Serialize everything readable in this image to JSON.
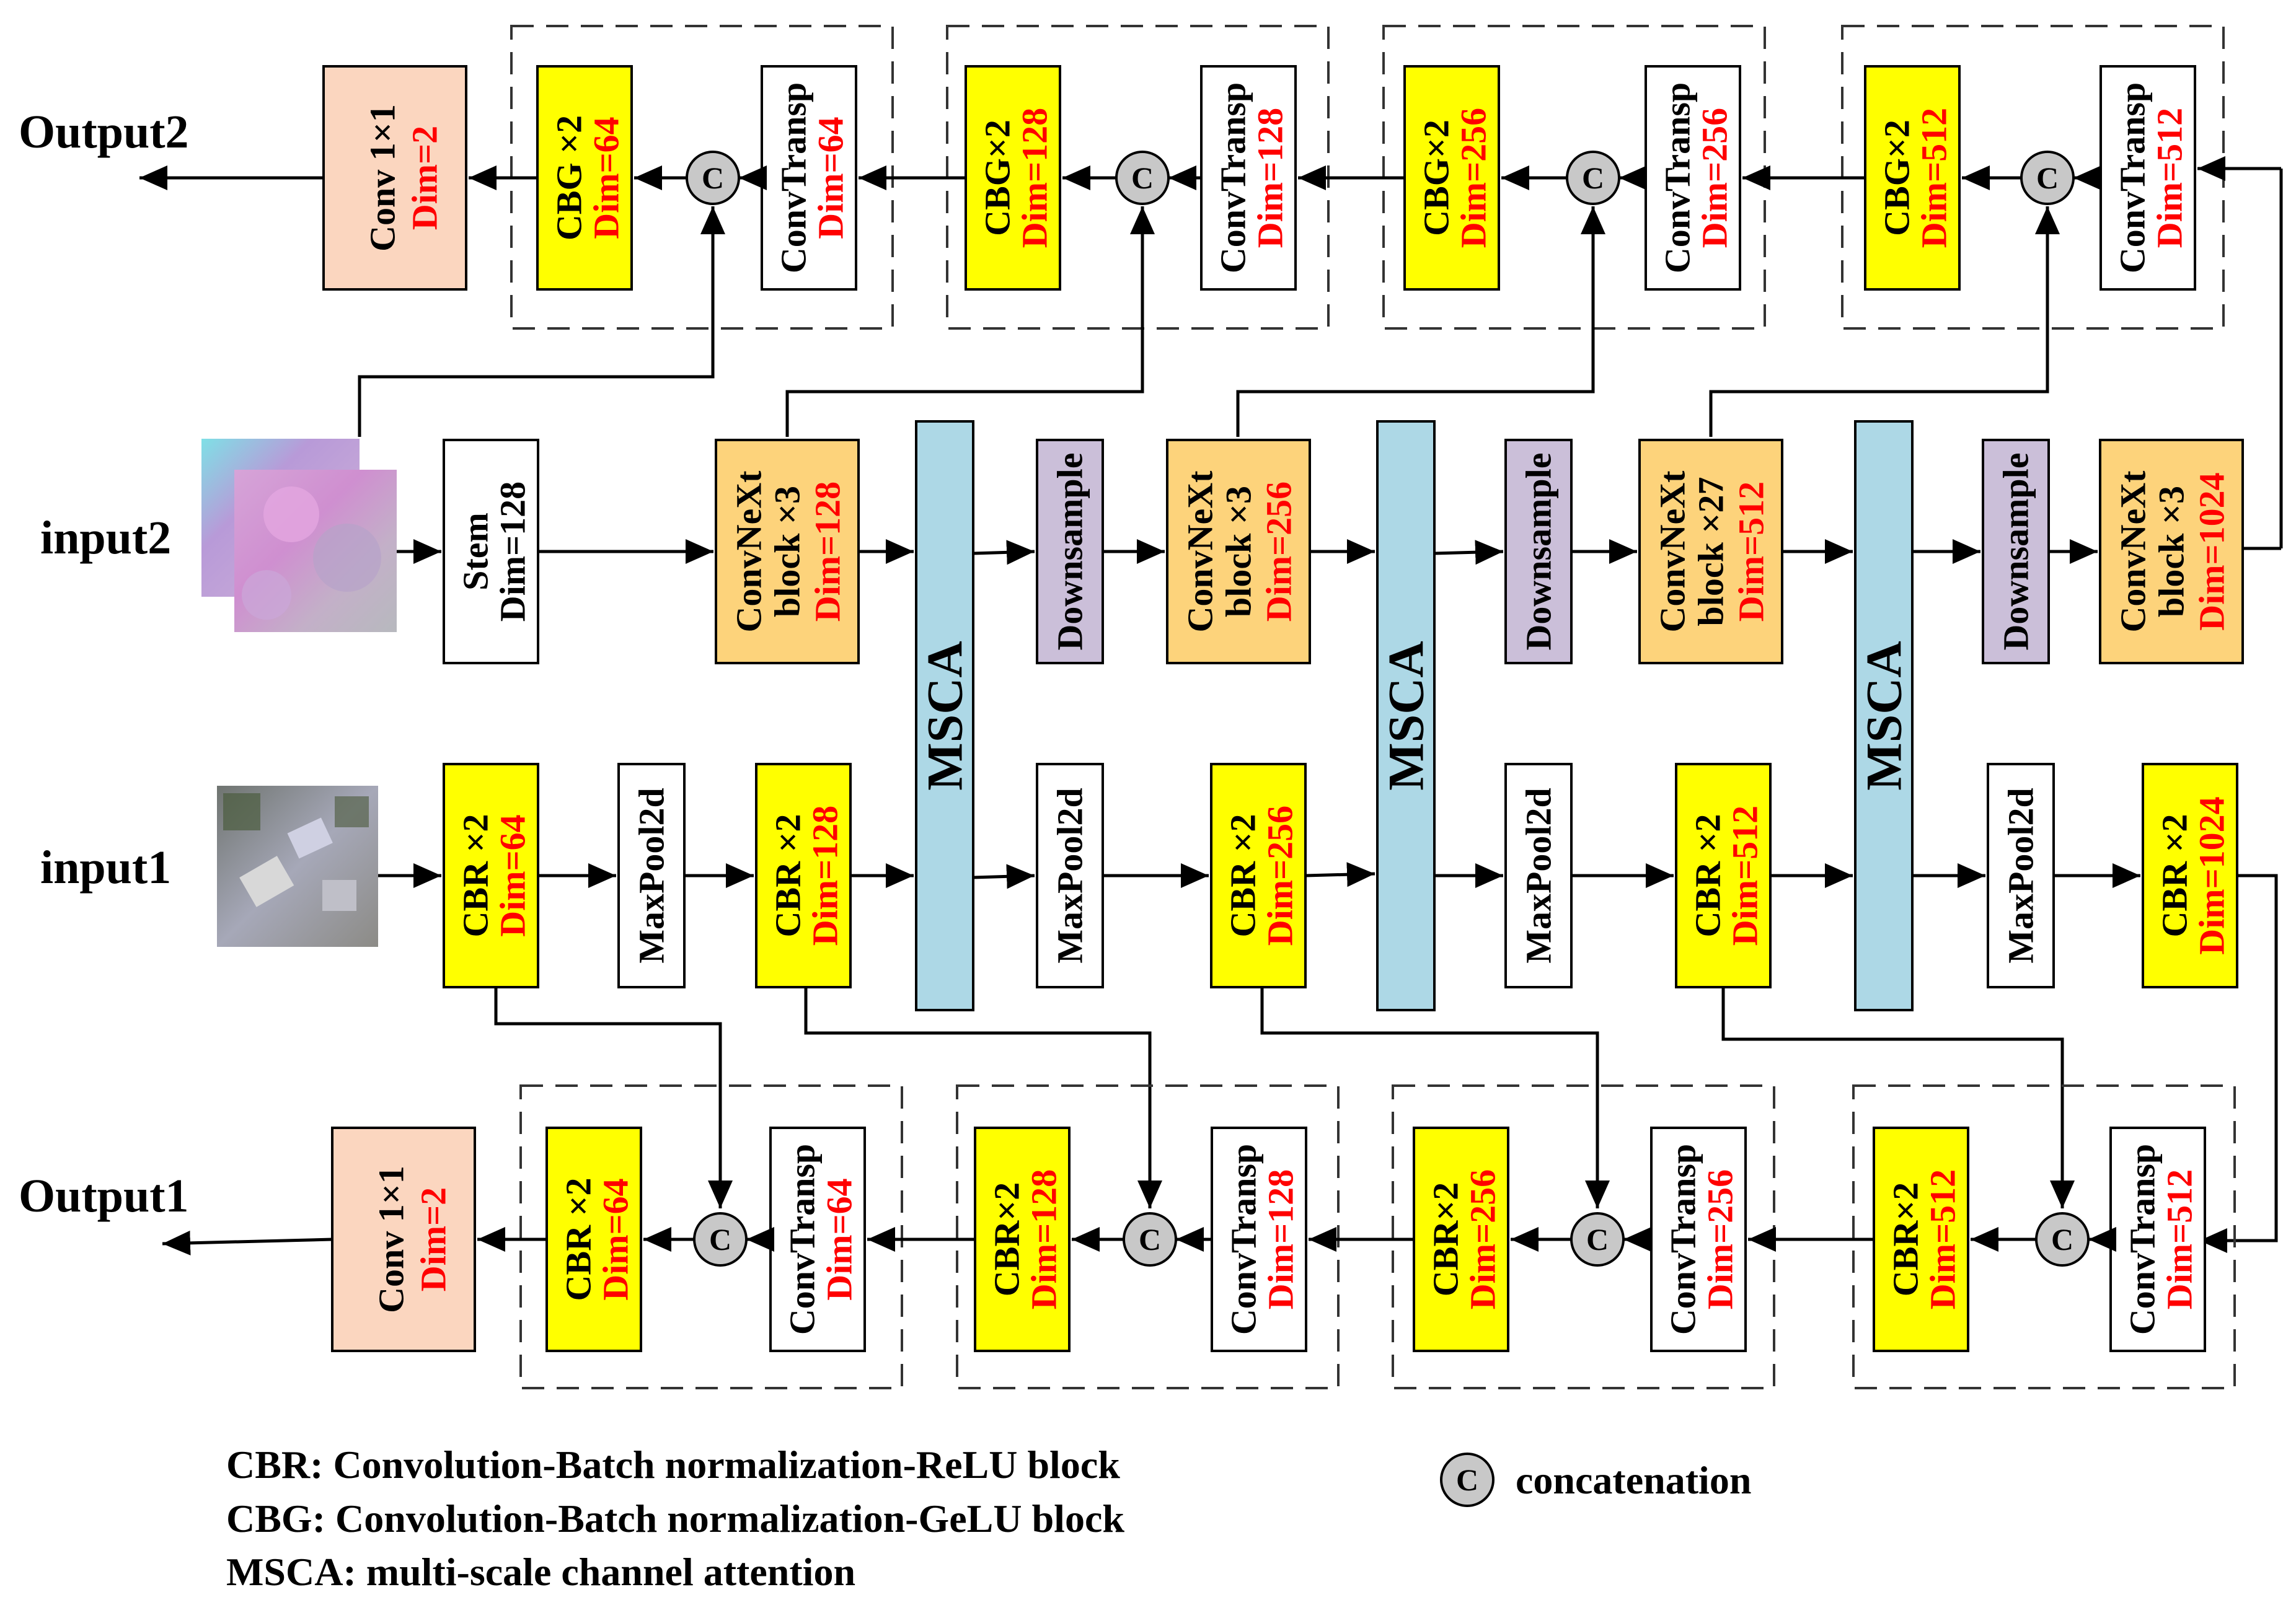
{
  "colors": {
    "cbr": "#ffff00",
    "cbg": "#ffff00",
    "convnext": "#fdd37b",
    "downsample": "#cbbfd9",
    "msca": "#add8e6",
    "output_conv": "#fbd6bf",
    "concat_node": "#c8c8c8",
    "dim_text": "#ff0000",
    "plain": "#ffffff"
  },
  "labels": {
    "output2": "Output2",
    "output1": "Output1",
    "input2": "input2",
    "input1": "input1",
    "msca": "MSCA",
    "concat_symbol": "C"
  },
  "top_decoder": {
    "output_conv": {
      "label": "Conv 1×1",
      "dim": "Dim=2"
    },
    "stages": [
      {
        "block": "CBG ×2",
        "block_dim": "Dim=64",
        "up": "ConvTransp",
        "up_dim": "Dim=64"
      },
      {
        "block": "CBG×2",
        "block_dim": "Dim=128",
        "up": "ConvTransp",
        "up_dim": "Dim=128"
      },
      {
        "block": "CBG×2",
        "block_dim": "Dim=256",
        "up": "ConvTransp",
        "up_dim": "Dim=256"
      },
      {
        "block": "CBG×2",
        "block_dim": "Dim=512",
        "up": "ConvTransp",
        "up_dim": "Dim=512"
      }
    ]
  },
  "encoder2": {
    "stem": {
      "label": "Stem",
      "dim": "Dim=128"
    },
    "convnext": [
      {
        "l1": "ConvNeXt",
        "l2": "block ×3",
        "dim": "Dim=128"
      },
      {
        "l1": "ConvNeXt",
        "l2": "block ×3",
        "dim": "Dim=256"
      },
      {
        "l1": "ConvNeXt",
        "l2": "block ×27",
        "dim": "Dim=512"
      },
      {
        "l1": "ConvNeXt",
        "l2": "block ×3",
        "dim": "Dim=1024"
      }
    ],
    "downsample": "Downsample"
  },
  "encoder1": {
    "cbr": [
      {
        "label": "CBR ×2",
        "dim": "Dim=64"
      },
      {
        "label": "CBR ×2",
        "dim": "Dim=128"
      },
      {
        "label": "CBR ×2",
        "dim": "Dim=256"
      },
      {
        "label": "CBR ×2",
        "dim": "Dim=512"
      },
      {
        "label": "CBR ×2",
        "dim": "Dim=1024"
      }
    ],
    "maxpool": "MaxPool2d"
  },
  "bottom_decoder": {
    "output_conv": {
      "label": "Conv 1×1",
      "dim": "Dim=2"
    },
    "stages": [
      {
        "block": "CBR ×2",
        "block_dim": "Dim=64",
        "up": "ConvTransp",
        "up_dim": "Dim=64"
      },
      {
        "block": "CBR×2",
        "block_dim": "Dim=128",
        "up": "ConvTransp",
        "up_dim": "Dim=128"
      },
      {
        "block": "CBR×2",
        "block_dim": "Dim=256",
        "up": "ConvTransp",
        "up_dim": "Dim=256"
      },
      {
        "block": "CBR×2",
        "block_dim": "Dim=512",
        "up": "ConvTransp",
        "up_dim": "Dim=512"
      }
    ]
  },
  "legend": {
    "cbr": "CBR: Convolution-Batch normalization-ReLU block",
    "cbg": "CBG: Convolution-Batch normalization-GeLU block",
    "msca": "MSCA: multi-scale channel attention",
    "concat": "concatenation"
  },
  "icons": {
    "input2_image": "satellite-image-icon",
    "input1_image": "aerial-photo-icon"
  }
}
